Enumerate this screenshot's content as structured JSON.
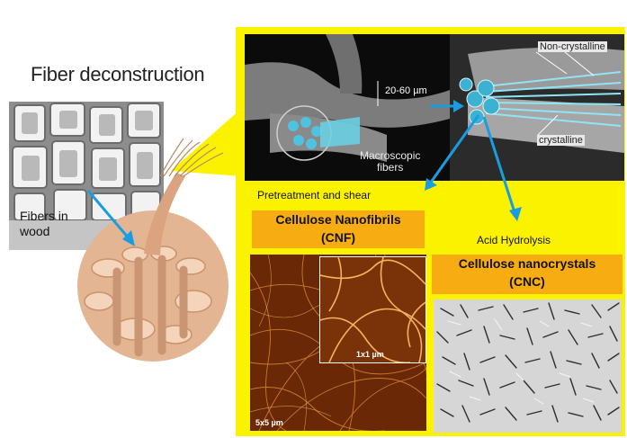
{
  "title": "Fiber deconstruction",
  "wood": {
    "label_line1": "Fibers in",
    "label_line2": "wood"
  },
  "top_panel": {
    "size_label": "20-60 µm",
    "macro_label_line1": "Macroscopic",
    "macro_label_line2": "fibers",
    "noncrystalline_label": "Non-crystalline",
    "crystalline_label": "crystalline"
  },
  "steps": {
    "pretreatment": "Pretreatment and shear",
    "acid": "Acid Hydrolysis"
  },
  "cnf": {
    "title_line1": "Cellulose Nanofibrils",
    "title_line2": "(CNF)",
    "scale_main": "5x5 µm",
    "scale_inset": "1x1 µm"
  },
  "cnc": {
    "title_line1": "Cellulose nanocrystals",
    "title_line2": "(CNC)"
  },
  "colors": {
    "panel_yellow": "#fbf200",
    "label_orange": "#f7ad12",
    "arrow_blue": "#1a9de0",
    "fiber_tan": "#e3b592"
  }
}
